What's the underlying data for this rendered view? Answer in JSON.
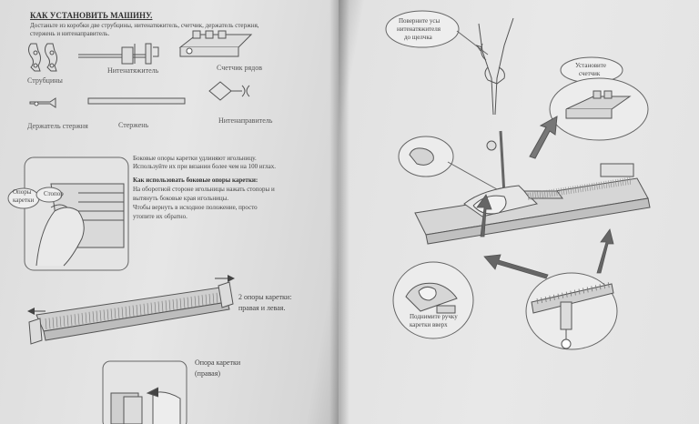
{
  "left_page": {
    "title": "КАК УСТАНОВИТЬ МАШИНУ.",
    "intro_lines": [
      "Достаньте из коробки две струбцины, нитенатяжитель, счетчик, держатель стержня,",
      "стержень и нитенаправитель."
    ],
    "parts": {
      "clamps": "Струбцины",
      "tensioner": "Нитенатяжитель",
      "row_counter": "Счетчик рядов",
      "rod_holder": "Держатель стержня",
      "rod": "Стержень",
      "thread_guide": "Нитенаправитель"
    },
    "rails_text_lines": [
      "Боковые опоры каретки удлиняют игольницу.",
      "Используйте их при вязании более чем на 100 иглах."
    ],
    "rails_howto_title": "Как использовать боковые опоры каретки:",
    "rails_howto_lines": [
      "На оборотной стороне игольницы нажать стопоры и",
      "вытянуть боковые края игольницы.",
      "Чтобы вернуть в исходное положение, просто",
      "утопите их обратно."
    ],
    "callout_supports": "Опоры каретки",
    "callout_stopper": "Стопор",
    "two_supports_lines": [
      "2 опоры каретки:",
      "правая и левая."
    ],
    "right_support_lines": [
      "Опора каретки",
      "(правая)"
    ]
  },
  "right_page": {
    "callout_antenna": [
      "Поверните усы",
      "нитенатяжителя",
      "до щелчка"
    ],
    "callout_counter": [
      "Установите",
      "счетчик"
    ],
    "callout_handle": [
      "Поднимите ручку",
      "каретки вверх"
    ]
  }
}
